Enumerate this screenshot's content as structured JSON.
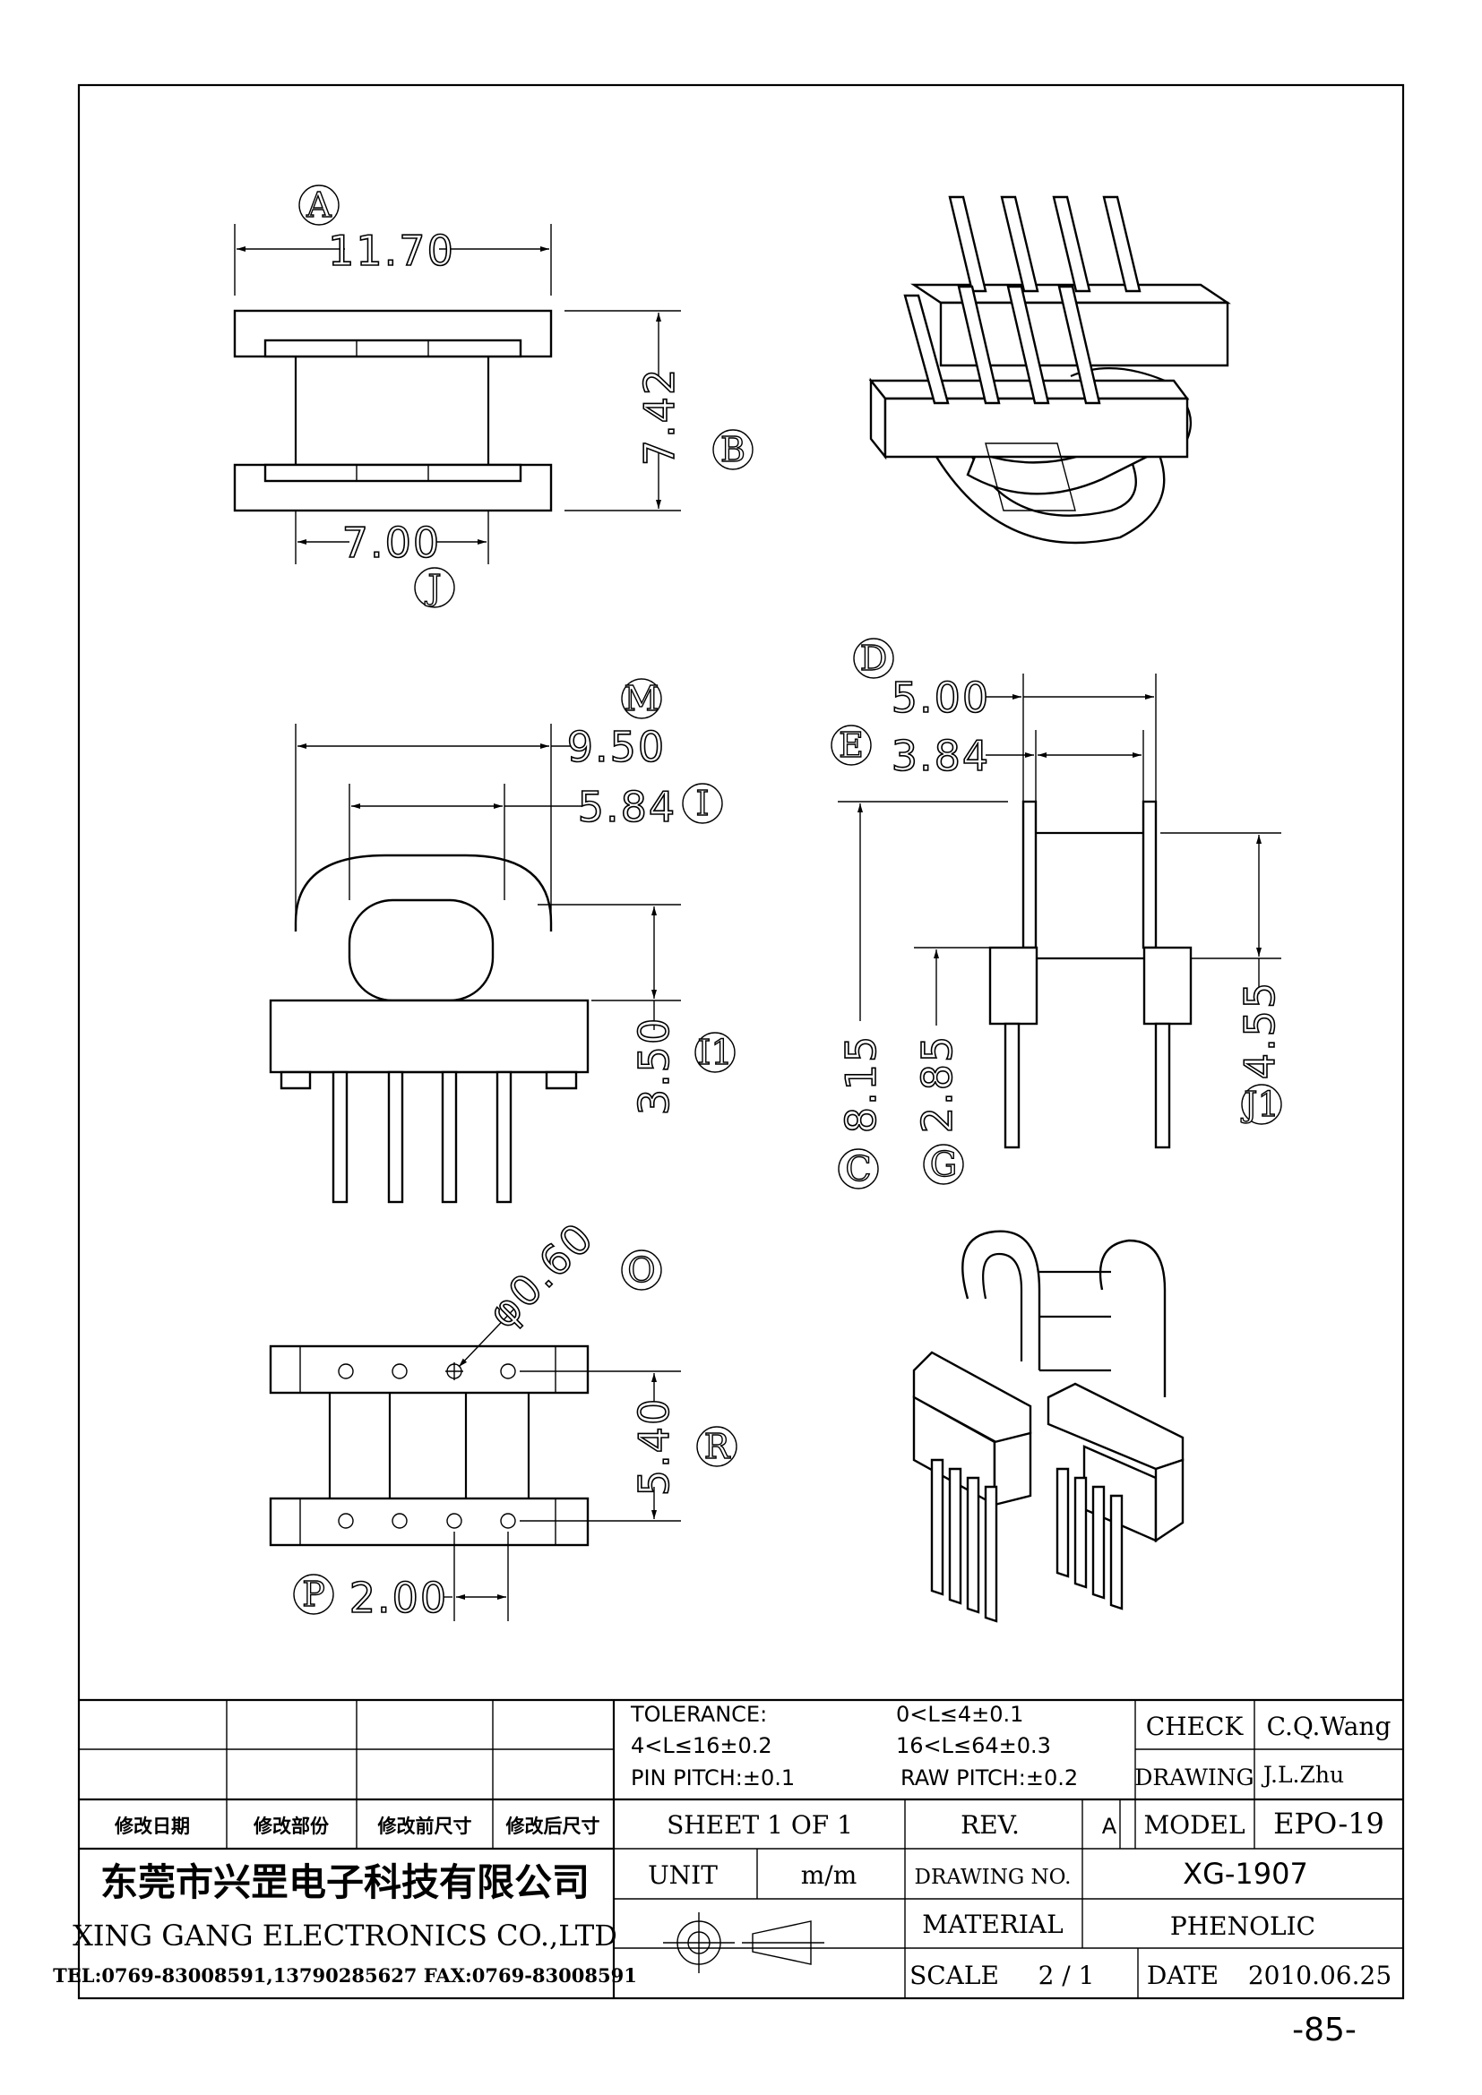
{
  "views": {
    "top": {
      "dim_width": "11.70",
      "dim_height": "7.42",
      "dim_inner": "7.00",
      "label_width": "A",
      "label_height": "B",
      "label_inner": "J"
    },
    "front": {
      "dim_outer": "9.50",
      "dim_inner": "5.84",
      "dim_height": "3.50",
      "label_outer": "M",
      "label_inner": "I",
      "label_height": "I1"
    },
    "side": {
      "dim_outer": "5.00",
      "dim_inner": "3.84",
      "dim_total": "8.15",
      "dim_base": "2.85",
      "dim_top": "4.55",
      "label_outer": "D",
      "label_inner": "E",
      "label_total": "C",
      "label_base": "G",
      "label_top": "J1"
    },
    "bottom": {
      "dim_hole": "φ0.60",
      "dim_row": "5.40",
      "dim_pitch": "2.00",
      "label_hole": "O",
      "label_row": "R",
      "label_pitch": "P"
    }
  },
  "title_block": {
    "tolerance_label": "TOLERANCE:",
    "tol_1": "0<L≤4±0.1",
    "tol_2": "4<L≤16±0.2",
    "tol_3": "16<L≤64±0.3",
    "pin_pitch": "PIN PITCH:±0.1",
    "raw_pitch": "RAW PITCH:±0.2",
    "check_label": "CHECK",
    "check_value": "C.Q.Wang",
    "drawing_label": "DRAWING",
    "drawing_value": "J.L.Zhu",
    "rev_cols": [
      "修改日期",
      "修改部份",
      "修改前尺寸",
      "修改后尺寸"
    ],
    "sheet": "SHEET  1  OF  1",
    "rev_label": "REV.",
    "rev_value": "A",
    "model_label": "MODEL",
    "model_value": "EPO-19",
    "company_cn": "东莞市兴罡电子科技有限公司",
    "company_en": "XING GANG  ELECTRONICS CO.,LTD",
    "company_tel": "TEL:0769-83008591,13790285627 FAX:0769-83008591",
    "unit_label": "UNIT",
    "unit_value": "m/m",
    "drawing_no_label": "DRAWING  NO.",
    "drawing_no_value": "XG-1907",
    "material_label": "MATERIAL",
    "material_value": "PHENOLIC",
    "scale_label": "SCALE",
    "scale_value": "2  /  1",
    "date_label": "DATE",
    "date_value": "2010.06.25"
  },
  "page_number": "-85-"
}
